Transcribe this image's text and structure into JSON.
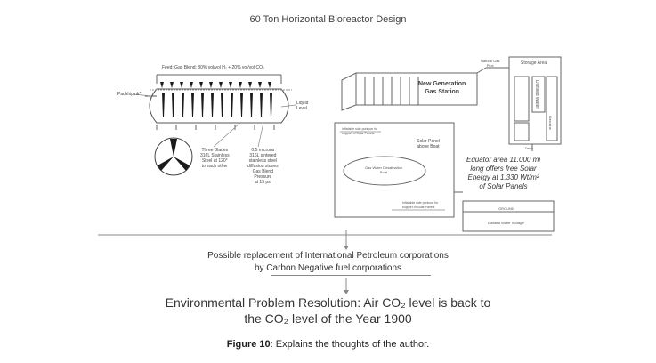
{
  "title": "60 Ton Horizontal Bioreactor Design",
  "bioreactor": {
    "feed_label": "Feed: Gas Blend: 80% vol/vol H₂ + 20% vol/vol CO₂",
    "pad_label": "Padshipink*",
    "liquid_label": "Liquid\nLevel",
    "blades_label": "Three Blades\n316L Stainless\nSteel at 120°\nto each other",
    "diffusion_label": "0.5 microns\n316L sintered\nstainless steel\ndiffusion stones\nGas Blend\nPressure\nat 15 psi"
  },
  "station": {
    "title": "New Generation\nGas Station",
    "storage_area": "Storage Area",
    "pipe_label": "Natural Gas\nPipe",
    "distilled_water": "Distilled Water",
    "gasoline": "Gasoline",
    "solar_above_boat": "Solar Panel\nabove Boat",
    "boat_label": "Gas Water Desalination\nBoat",
    "deck_label": "Deck",
    "ground_label": "GROUND",
    "dw_storage": "Distilled Water Storage",
    "inflatable_top": "Inflatable side pontoon for\nsupport of Solar Panels",
    "inflatable_bottom": "Inflatable side pontoon for\nsupport of Solar Panels",
    "equator_text": "Equator area 11.000 mi\nlong offers free Solar\nEnergy at 1.330 Wt/m²\nof Solar Panels"
  },
  "flow": {
    "replacement_line1": "Possible replacement of International Petroleum corporations",
    "replacement_line2": "by Carbon Negative fuel corporations",
    "resolution_line1": "Environmental Problem Resolution:  Air CO₂ level is back to",
    "resolution_line2": "the CO₂ level of the Year 1900"
  },
  "caption": {
    "label": "Figure 10",
    "text": ": Explains the thoughts of the author."
  }
}
